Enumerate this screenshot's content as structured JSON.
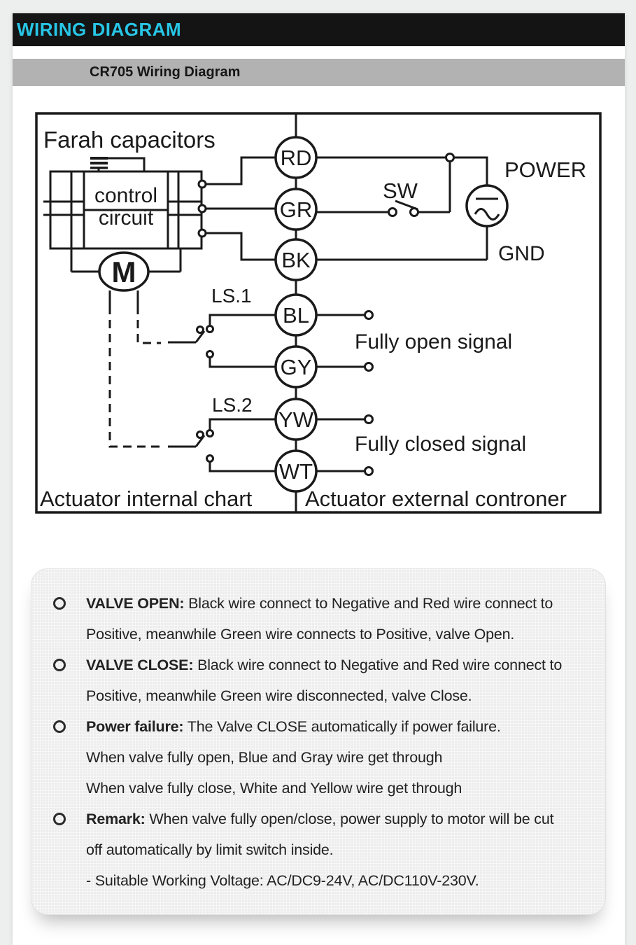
{
  "header": {
    "title": "WIRING DIAGRAM",
    "subtitle": "CR705 Wiring Diagram",
    "title_color": "#28c6e6",
    "bar_color": "#141414",
    "subtitle_bar_color": "#b2b2b2"
  },
  "diagram": {
    "farah_label": "Farah capacitors",
    "control_line1": "control",
    "control_line2": "circuit",
    "motor_label": "M",
    "ls1_label": "LS.1",
    "ls2_label": "LS.2",
    "sw_label": "SW",
    "power_label": "POWER",
    "gnd_label": "GND",
    "wires": [
      "RD",
      "GR",
      "BK",
      "BL",
      "GY",
      "YW",
      "WT"
    ],
    "fully_open_label": "Fully open signal",
    "fully_closed_label": "Fully closed signal",
    "internal_label": "Actuator internal chart",
    "external_label": "Actuator external controner",
    "line_color": "#1a1a1a"
  },
  "notes": {
    "item1": {
      "label": "VALVE OPEN:",
      "text1": " Black wire connect to Negative and Red wire connect to",
      "text2": "Positive, meanwhile Green wire connects to Positive, valve Open."
    },
    "item2": {
      "label": "VALVE CLOSE:",
      "text1": " Black wire connect to Negative and Red wire connect to",
      "text2": "Positive, meanwhile Green wire disconnected, valve Close."
    },
    "item3": {
      "label": "Power failure:",
      "text1": " The Valve CLOSE automatically if power failure.",
      "text2": "When valve fully open, Blue and Gray wire get through",
      "text3": "When valve fully close, White and Yellow wire get through"
    },
    "item4": {
      "label": "Remark:",
      "text1": " When valve fully open/close, power supply to motor will be cut",
      "text2": "off automatically by limit switch inside.",
      "text3": "- Suitable Working Voltage: AC/DC9-24V, AC/DC110V-230V."
    }
  }
}
